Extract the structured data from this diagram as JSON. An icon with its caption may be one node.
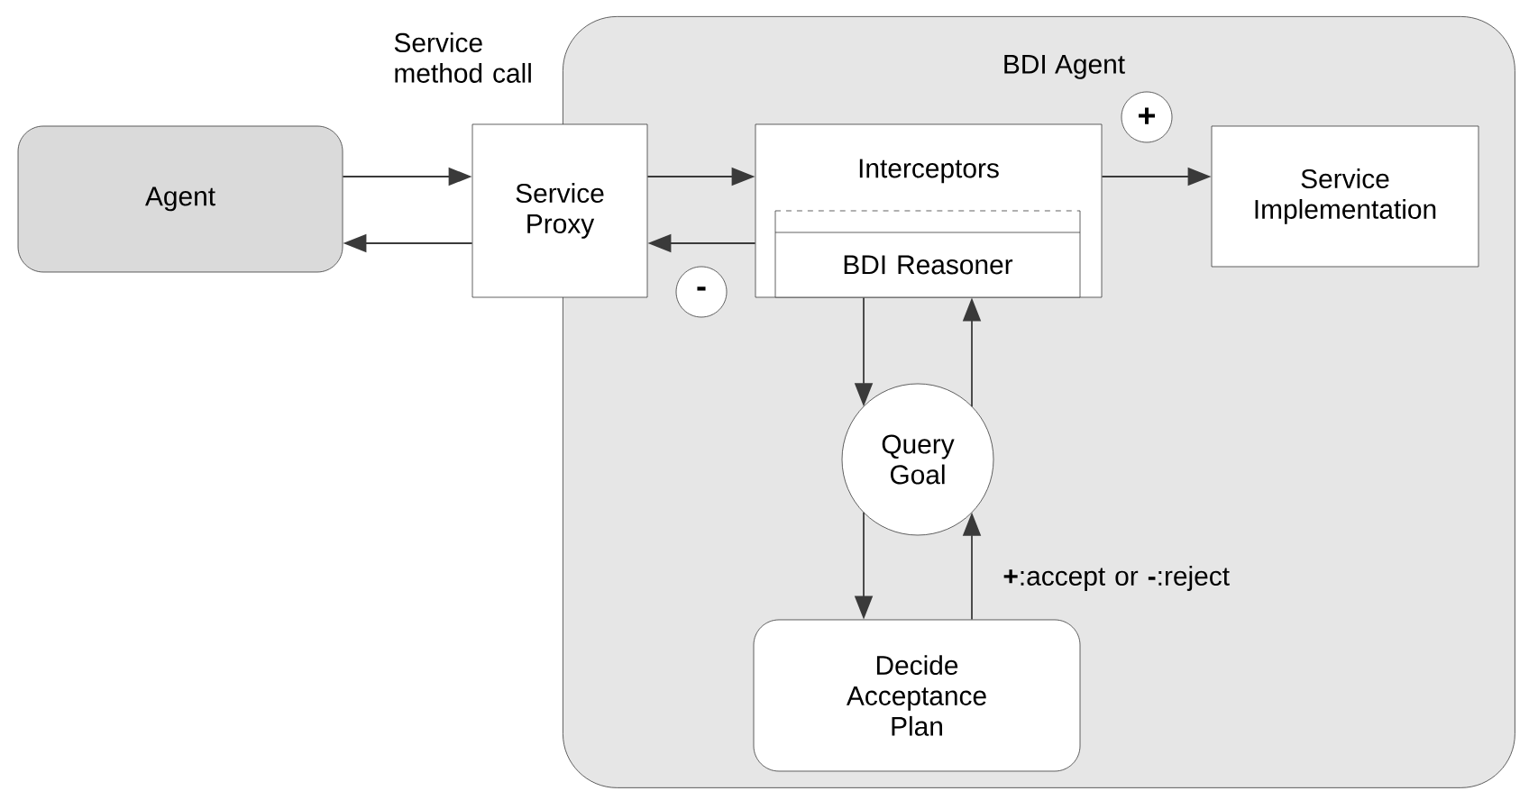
{
  "diagram": {
    "nodes": [
      {
        "text": [
          "BDI Agent"
        ]
      },
      {
        "text": [
          "Agent"
        ]
      },
      {
        "text": [
          "Service Proxy"
        ]
      },
      {
        "text": [
          "Interceptors"
        ],
        "in": 0
      },
      {
        "text": [
          "BDI Reasoner"
        ],
        "in": 3
      },
      {
        "text": [
          "Service Implementation"
        ],
        "in": 0
      },
      {
        "text": [
          "Query Goal"
        ],
        "in": 0
      },
      {
        "text": [
          "Decide Acceptance Plan"
        ],
        "in": 0
      },
      {
        "text": [
          "+"
        ],
        "in": 0
      },
      {
        "text": [
          "-"
        ],
        "in": 0
      }
    ],
    "edges": [
      {
        "from": 1,
        "to": 2,
        "arrow": "to"
      },
      {
        "from": 2,
        "to": 1,
        "arrow": "to"
      },
      {
        "from": 2,
        "to": 3,
        "arrow": "to"
      },
      {
        "from": 3,
        "to": 2,
        "arrow": "to"
      },
      {
        "from": 3,
        "to": 5,
        "arrow": "to"
      },
      {
        "from": 4,
        "to": 6,
        "arrow": "to"
      },
      {
        "from": 6,
        "to": 4,
        "arrow": "to"
      },
      {
        "from": 6,
        "to": 7,
        "arrow": "to"
      },
      {
        "from": 7,
        "to": 6,
        "arrow": "to"
      }
    ],
    "labels": [
      "Service method call",
      "**+**:accept or **-**:reject"
    ]
  }
}
